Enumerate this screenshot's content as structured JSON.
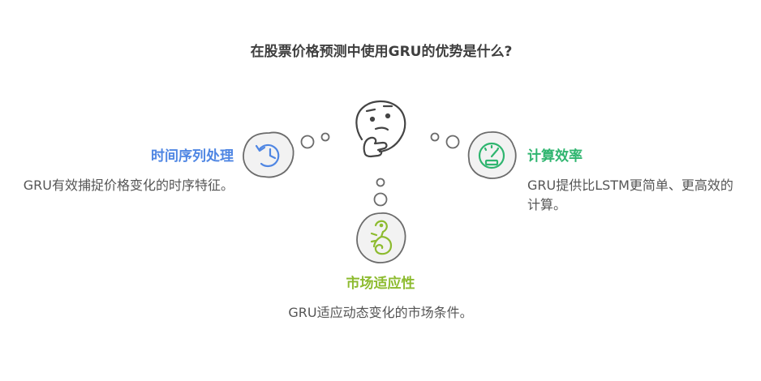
{
  "title": "在股票价格预测中使用GRU的优势是什么?",
  "colors": {
    "left": "#4f86e3",
    "right": "#2fb56f",
    "bottom": "#8dbb2f",
    "bubble_stroke": "#6b6b6b",
    "bubble_fill": "#f2f2f2"
  },
  "items": [
    {
      "heading": "时间序列处理",
      "description": "GRU有效捕捉价格变化的时序特征。",
      "icon": "clock-history-icon"
    },
    {
      "heading": "计算效率",
      "description": "GRU提供比LSTM更简单、更高效的计算。",
      "icon": "speedometer-icon"
    },
    {
      "heading": "市场适应性",
      "description": "GRU适应动态变化的市场条件。",
      "icon": "chameleon-icon"
    }
  ],
  "center_icon": "thinking-face-icon"
}
